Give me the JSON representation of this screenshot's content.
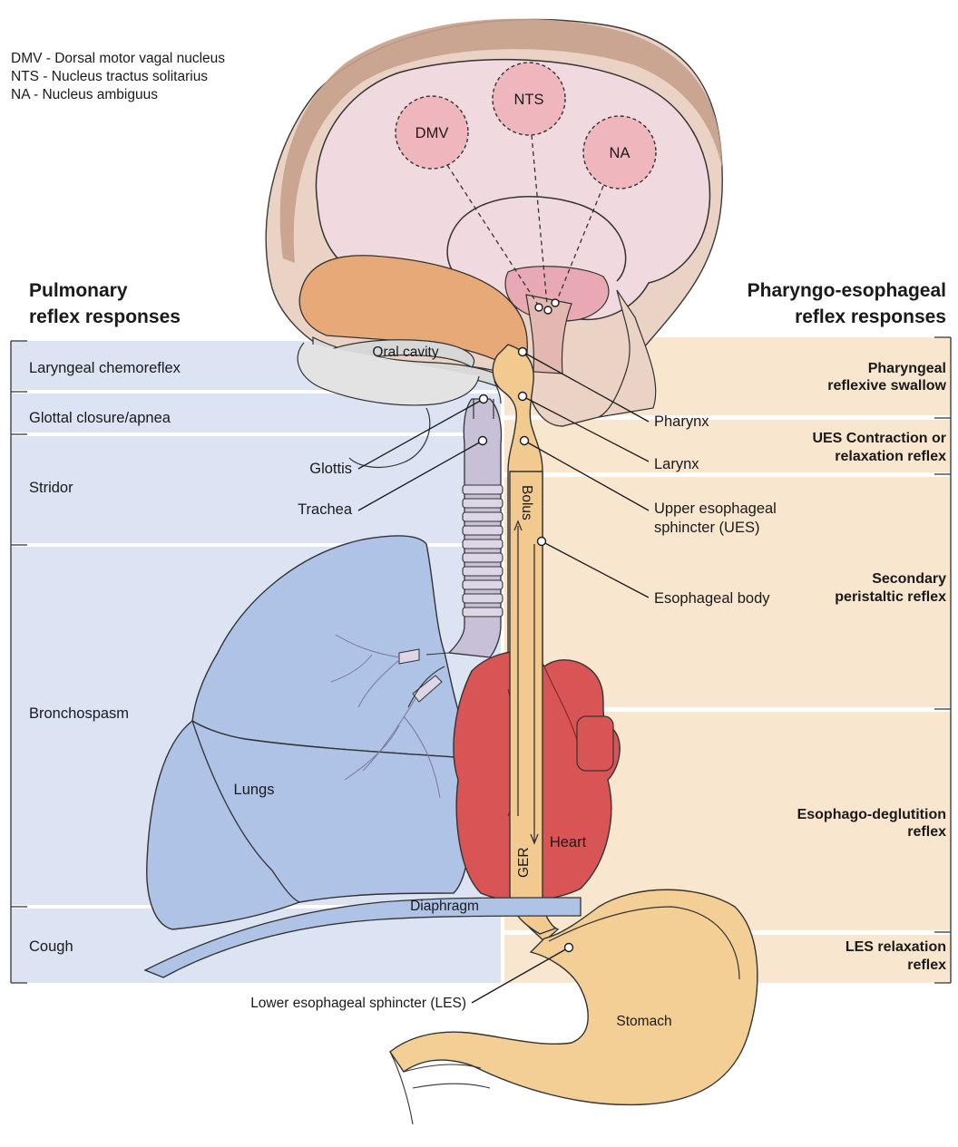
{
  "abbreviations": [
    "DMV - Dorsal motor vagal nucleus",
    "NTS - Nucleus tractus solitarius",
    "NA - Nucleus ambiguus"
  ],
  "nuclei": {
    "dmv": "DMV",
    "nts": "NTS",
    "na": "NA"
  },
  "left_panel": {
    "title_line1": "Pulmonary",
    "title_line2": "reflex responses",
    "responses": [
      "Laryngeal chemoreflex",
      "Glottal closure/apnea",
      "Stridor",
      "Bronchospasm",
      "Cough"
    ]
  },
  "right_panel": {
    "title_line1": "Pharyngo-esophageal",
    "title_line2": "reflex responses",
    "responses": [
      [
        "Pharyngeal",
        "reflexive swallow"
      ],
      [
        "UES Contraction or",
        "relaxation reflex"
      ],
      [
        "Secondary",
        "peristaltic reflex"
      ],
      [
        "Esophago-deglutition",
        "reflex"
      ],
      [
        "LES relaxation",
        "reflex"
      ]
    ]
  },
  "anatomy": {
    "oral_cavity": "Oral cavity",
    "glottis": "Glottis",
    "trachea": "Trachea",
    "lungs": "Lungs",
    "heart": "Heart",
    "diaphragm": "Diaphragm",
    "stomach": "Stomach",
    "bolus": "Bolus",
    "ger": "GER",
    "pharynx": "Pharynx",
    "larynx": "Larynx",
    "ues_line1": "Upper esophageal",
    "ues_line2": "sphincter (UES)",
    "esophageal_body": "Esophageal body",
    "les": "Lower esophageal sphincter (LES)"
  },
  "colors": {
    "pulmonary_band": "#dce4f3",
    "pharyngo_band": "#f9e6cf",
    "brain": "#f1dadf",
    "skull": "#c9a890",
    "nucleus": "#f0b6bd",
    "lungs": "#aec3e6",
    "heart": "#d95454",
    "esophagus": "#f2c98f",
    "stomach": "#f3cf95"
  }
}
